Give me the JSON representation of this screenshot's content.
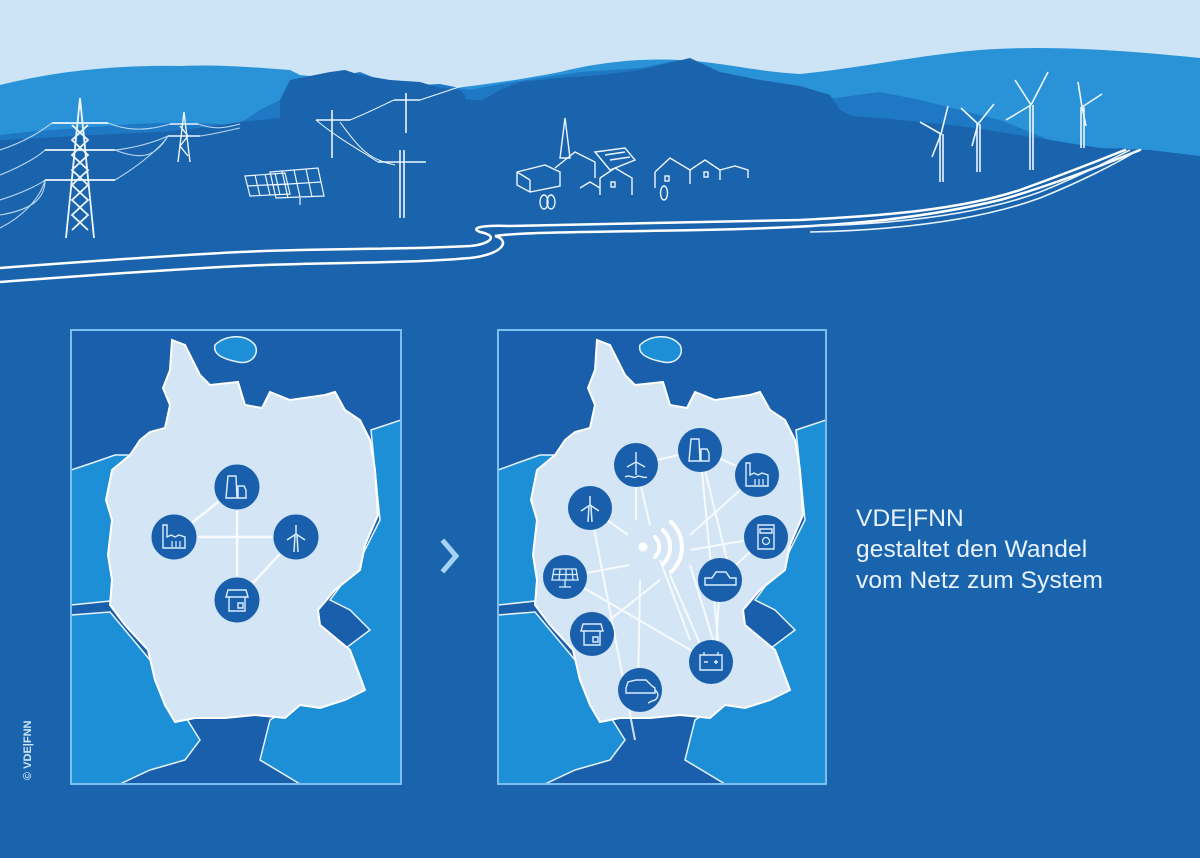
{
  "headline": {
    "line1": "VDE|FNN",
    "line2": "gestaltet den Wandel",
    "line3": "vom Netz zum System"
  },
  "copyright": "© VDE|FNN",
  "colors": {
    "sky": "#cde3f6",
    "hill_light": "#2a93d8",
    "hill_mid": "#1f78c4",
    "ground": "#1a64ae",
    "map_land": "#d4e6f6",
    "map_neighbors": "#1c8fd6",
    "map_sea": "#1a5fab",
    "icon_circle": "#1a5fab",
    "line_white": "#ffffff"
  },
  "landscape": {
    "elements": [
      "high-voltage-pylons",
      "solar-park",
      "distribution-poles",
      "village-with-church",
      "houses",
      "wind-turbines",
      "river",
      "power-cables"
    ]
  },
  "maps": {
    "before": {
      "label": "centralized-grid",
      "nodes": [
        "power-plant",
        "factory",
        "wind-turbine",
        "shop"
      ]
    },
    "transition_arrow": "chevron-right",
    "after": {
      "label": "networked-system",
      "center": "wireless-signal",
      "nodes": [
        "offshore-wind",
        "power-plant",
        "factory",
        "wind-turbine",
        "meter",
        "solar-panel",
        "car",
        "shop",
        "battery",
        "electric-car"
      ]
    }
  }
}
